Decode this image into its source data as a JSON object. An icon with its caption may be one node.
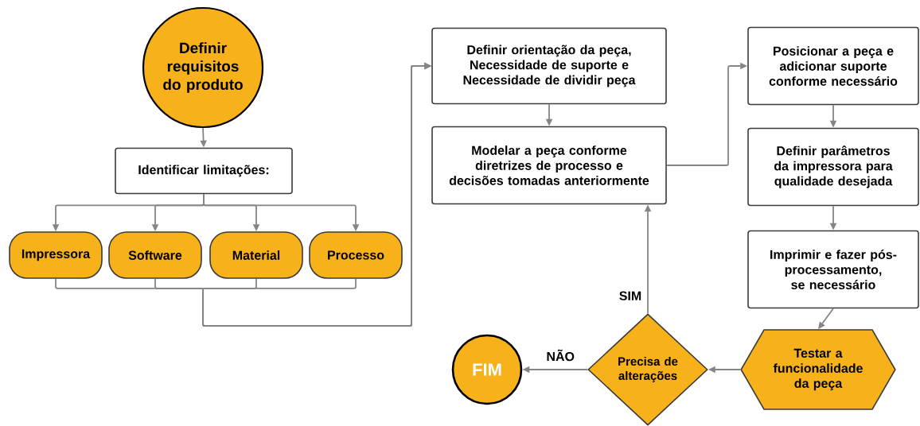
{
  "diagram": {
    "nodes": [
      {
        "text": [
          "Definir requisitos do produto"
        ]
      },
      {
        "text": [
          "Identificar limitações:"
        ]
      },
      {
        "text": [
          "Impressora"
        ]
      },
      {
        "text": [
          "Software"
        ]
      },
      {
        "text": [
          "Material"
        ]
      },
      {
        "text": [
          "Processo"
        ]
      },
      {
        "text": [
          "Definir orientação da peça, Necessidade de suporte e Necessidade de dividir peça"
        ]
      },
      {
        "text": [
          "Modelar a peça conforme diretrizes de processo e decisões tomadas anteriormente"
        ]
      },
      {
        "text": [
          "Posicionar a peça e adicionar suporte conforme necessário"
        ]
      },
      {
        "text": [
          "Definir parâmetros da impressora para qualidade desejada"
        ]
      },
      {
        "text": [
          "Imprimir e fazer pós-processamento, se necessário"
        ]
      },
      {
        "text": [
          "Testar a funcionalidade da peça"
        ]
      },
      {
        "text": [
          "Precisa de alterações"
        ]
      },
      {
        "text": [
          "FIM"
        ]
      }
    ],
    "edges": [
      {
        "from": 0,
        "to": 1,
        "arrow": "to"
      },
      {
        "from": 1,
        "to": 2,
        "arrow": "to"
      },
      {
        "from": 1,
        "to": 3,
        "arrow": "to"
      },
      {
        "from": 1,
        "to": 4,
        "arrow": "to"
      },
      {
        "from": 1,
        "to": 5,
        "arrow": "to"
      },
      {
        "from": 2,
        "to": 6,
        "arrow": "to"
      },
      {
        "from": 3,
        "to": 6,
        "arrow": "to"
      },
      {
        "from": 4,
        "to": 6,
        "arrow": "to"
      },
      {
        "from": 5,
        "to": 6,
        "arrow": "to"
      },
      {
        "from": 6,
        "to": 7,
        "arrow": "to"
      },
      {
        "from": 7,
        "to": 8,
        "arrow": "to"
      },
      {
        "from": 8,
        "to": 9,
        "arrow": "to"
      },
      {
        "from": 9,
        "to": 10,
        "arrow": "to"
      },
      {
        "from": 10,
        "to": 11,
        "arrow": "to"
      },
      {
        "from": 11,
        "to": 12,
        "arrow": "to"
      },
      {
        "from": 12,
        "to": 7,
        "label": "SIM",
        "arrow": "to"
      },
      {
        "from": 12,
        "to": 13,
        "label": "NÃO",
        "arrow": "to"
      }
    ]
  }
}
